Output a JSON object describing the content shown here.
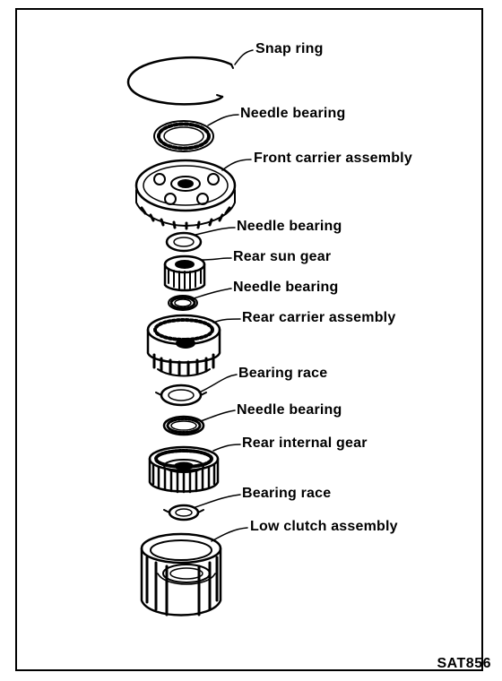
{
  "labels": {
    "snap_ring": "Snap ring",
    "needle_bearing_1": "Needle bearing",
    "front_carrier": "Front carrier assembly",
    "needle_bearing_2": "Needle bearing",
    "rear_sun_gear": "Rear sun gear",
    "needle_bearing_3": "Needle bearing",
    "rear_carrier": "Rear carrier assembly",
    "bearing_race_1": "Bearing race",
    "needle_bearing_4": "Needle bearing",
    "rear_internal_gear": "Rear internal gear",
    "bearing_race_2": "Bearing race",
    "low_clutch": "Low clutch assembly"
  },
  "figure_code": "SAT856"
}
